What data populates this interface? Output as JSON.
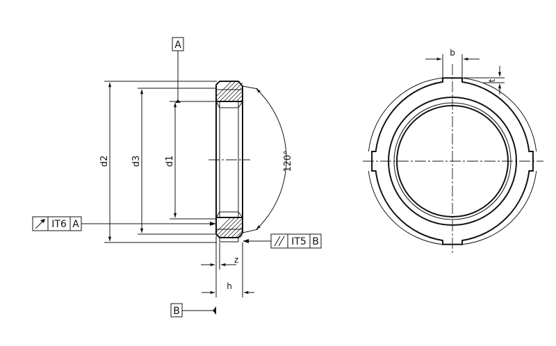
{
  "datums": {
    "a": "A",
    "b": "B"
  },
  "dimensions": {
    "outer_diameter": "d2",
    "thread_diameter": "d3",
    "bore_diameter": "d1",
    "chamfer_angle": "120°",
    "chamfer_width": "z",
    "height": "h",
    "slot_width": "b",
    "slot_depth": "t"
  },
  "tolerances": {
    "runout": {
      "symbol": "runout-arrow-icon",
      "grade": "IT6",
      "datum": "A"
    },
    "parallelism": {
      "symbol": "parallel-lines-icon",
      "grade": "IT5",
      "datum": "B"
    }
  }
}
